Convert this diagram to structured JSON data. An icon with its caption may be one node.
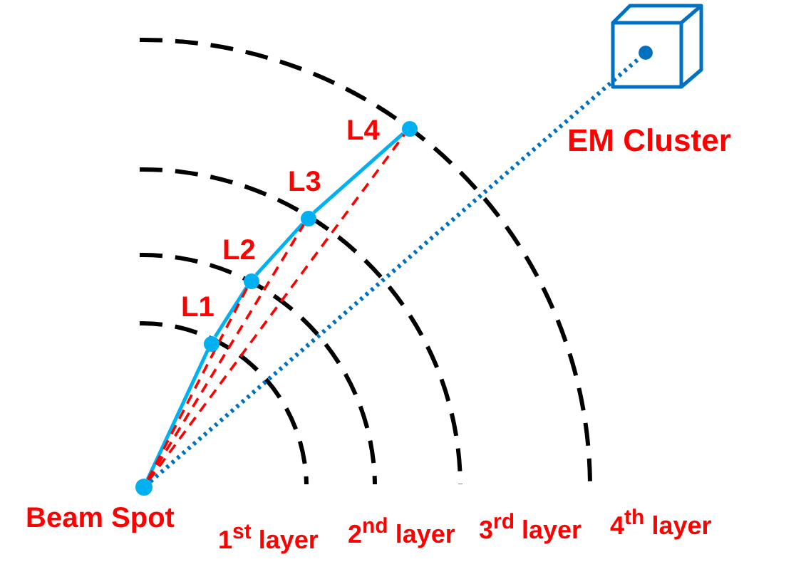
{
  "diagram": {
    "nodes": [
      {
        "text": [],
        "shape": "circle",
        "beside": [
          "Beam Spot"
        ]
      },
      {
        "text": [],
        "shape": "circle",
        "beside": [
          "L1"
        ]
      },
      {
        "text": [],
        "shape": "circle",
        "beside": [
          "L2"
        ]
      },
      {
        "text": [],
        "shape": "circle",
        "beside": [
          "L3"
        ]
      },
      {
        "text": [],
        "shape": "circle",
        "beside": [
          "L4"
        ]
      },
      {
        "text": [],
        "shape": "cube",
        "beside": [
          "EM Cluster"
        ]
      }
    ],
    "edges": [
      {
        "from": 0,
        "to": 1,
        "arrow": "none"
      },
      {
        "from": 1,
        "to": 2,
        "arrow": "none"
      },
      {
        "from": 2,
        "to": 3,
        "arrow": "none"
      },
      {
        "from": 3,
        "to": 4,
        "arrow": "none"
      },
      {
        "from": 0,
        "to": 2,
        "arrow": "none",
        "style": "dashed",
        "color": "#ff0000"
      },
      {
        "from": 0,
        "to": 3,
        "arrow": "none",
        "style": "dashed",
        "color": "#ff0000"
      },
      {
        "from": 0,
        "to": 4,
        "arrow": "none",
        "style": "dashed",
        "color": "#ff0000"
      },
      {
        "from": 0,
        "to": 5,
        "arrow": "none",
        "style": "dashed",
        "color": "#0070c0"
      }
    ],
    "labels": [
      "1$^{st}$ layer",
      "2$^{nd}$ layer",
      "3$^{rd}$ layer",
      "4$^{th}$ layer"
    ]
  }
}
